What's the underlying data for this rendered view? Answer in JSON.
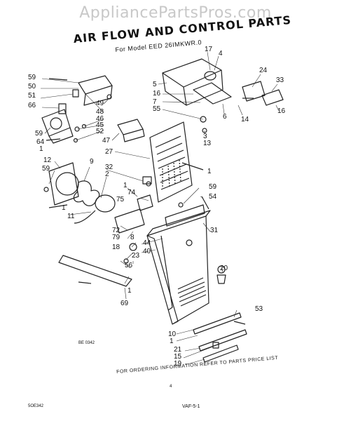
{
  "watermark": "AppliancePartsPros.com",
  "title": "AIR FLOW AND CONTROL PARTS",
  "subtitle": "For Model EED 26IMKWR.0",
  "footer_note": "FOR ORDERING INFORMATION REFER TO PARTS PRICE LIST",
  "page_number": "4",
  "left_code": "BE 0342",
  "bottom_left_code": "5OE342",
  "bottom_right_code": "VAF-5-1",
  "callouts": {
    "c59a": "59",
    "c50": "50",
    "c51": "51",
    "c66": "66",
    "c49": "49",
    "c48": "48",
    "c46": "46",
    "c45": "45",
    "c52": "52",
    "c59b": "59",
    "c64": "64",
    "c1a": "1",
    "c5": "5",
    "c17": "17",
    "c4": "4",
    "c16a": "16",
    "c7": "7",
    "c55": "55",
    "c3": "3",
    "c13": "13",
    "c6": "6",
    "c24": "24",
    "c33": "33",
    "c14": "14",
    "c16b": "16",
    "c47": "47",
    "c27": "27",
    "c1b": "1",
    "c12": "12",
    "c59c": "59",
    "c9": "9",
    "c32": "32",
    "c2": "2",
    "c1c": "1",
    "c74": "74",
    "c75": "75",
    "c59d": "59",
    "c54": "54",
    "c1d": "1",
    "c11": "11",
    "c31": "31",
    "c72": "72",
    "c79": "79",
    "c8": "8",
    "c44": "44",
    "c40": "40",
    "c18": "18",
    "c23": "23",
    "c56": "56",
    "c1e": "1",
    "c69": "69",
    "c20": "20",
    "c53": "53",
    "c10": "10",
    "c1f": "1",
    "c21": "21",
    "c15": "15",
    "c19": "19"
  }
}
